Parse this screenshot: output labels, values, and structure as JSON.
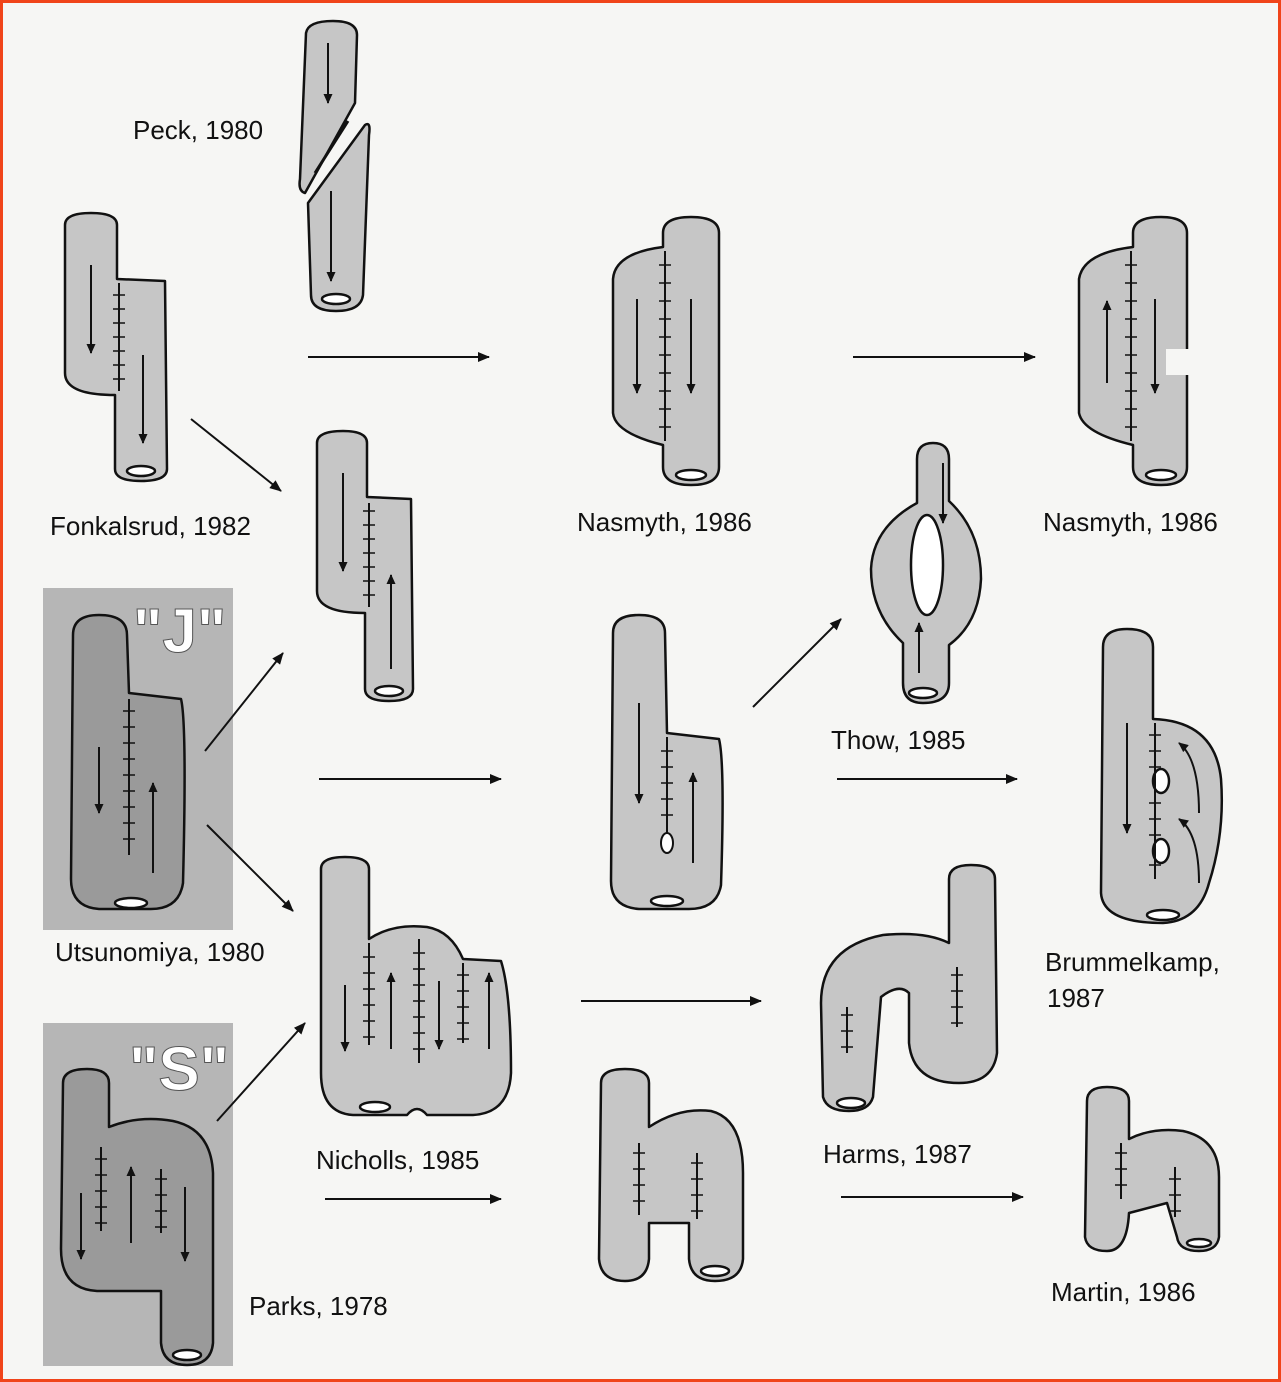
{
  "labels": {
    "peck": "Peck, 1980",
    "fonkalsrud": "Fonkalsrud, 1982",
    "utsunomiya": "Utsunomiya, 1980",
    "parks": "Parks, 1978",
    "nasmyth_1": "Nasmyth, 1986",
    "nasmyth_2": "Nasmyth, 1986",
    "thow": "Thow, 1985",
    "nicholls": "Nicholls, 1985",
    "harms": "Harms, 1987",
    "brummelkamp_line1": "Brummelkamp,",
    "brummelkamp_line2": "1987",
    "martin": "Martin, 1986"
  },
  "shape_letters": {
    "j": "\"J\"",
    "s": "\"S\""
  },
  "colors": {
    "frame_border": "#f0441a",
    "pouch_fill": "#c4c4c4",
    "pouch_fill_dark": "#9a9a9a",
    "highlight_box": "#b8b8b8",
    "stroke": "#111111"
  }
}
